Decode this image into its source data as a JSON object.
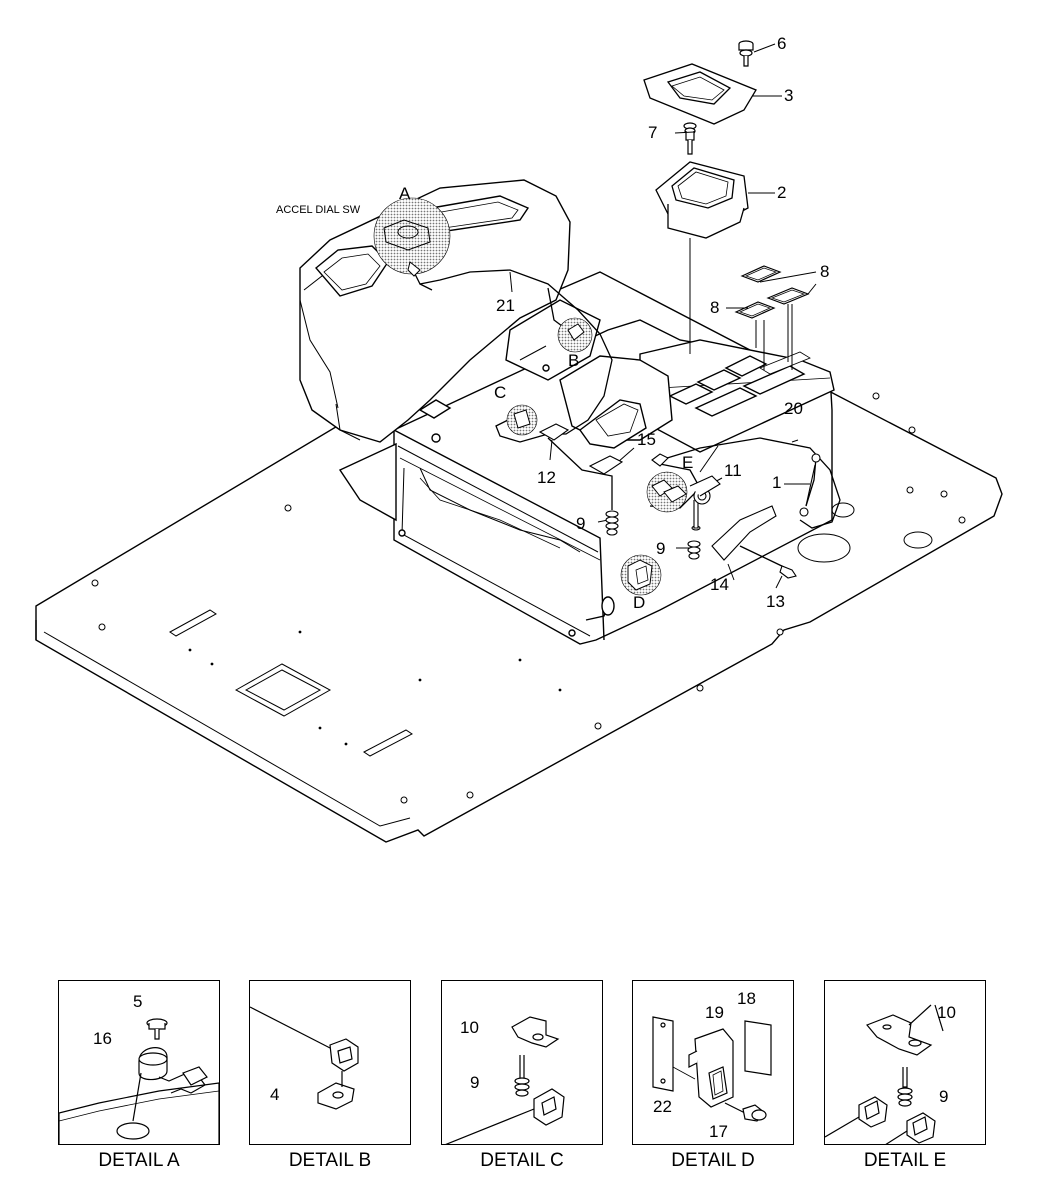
{
  "main_view": {
    "accel_label": "ACCEL DIAL SW",
    "callouts": {
      "A": "A",
      "B": "B",
      "C": "C",
      "D": "D",
      "E": "E",
      "n1": "1",
      "n2": "2",
      "n3": "3",
      "n6": "6",
      "n7": "7",
      "n8a": "8",
      "n8b": "8",
      "n9a": "9",
      "n9b": "9",
      "n11": "11",
      "n12": "12",
      "n13": "13",
      "n14": "14",
      "n15": "15",
      "n20": "20",
      "n21": "21"
    }
  },
  "details": [
    {
      "caption": "DETAIL A",
      "labels": [
        "5",
        "16"
      ]
    },
    {
      "caption": "DETAIL B",
      "labels": [
        "4"
      ]
    },
    {
      "caption": "DETAIL C",
      "labels": [
        "10",
        "9"
      ]
    },
    {
      "caption": "DETAIL D",
      "labels": [
        "19",
        "18",
        "22",
        "17"
      ]
    },
    {
      "caption": "DETAIL E",
      "labels": [
        "10",
        "9"
      ]
    }
  ]
}
